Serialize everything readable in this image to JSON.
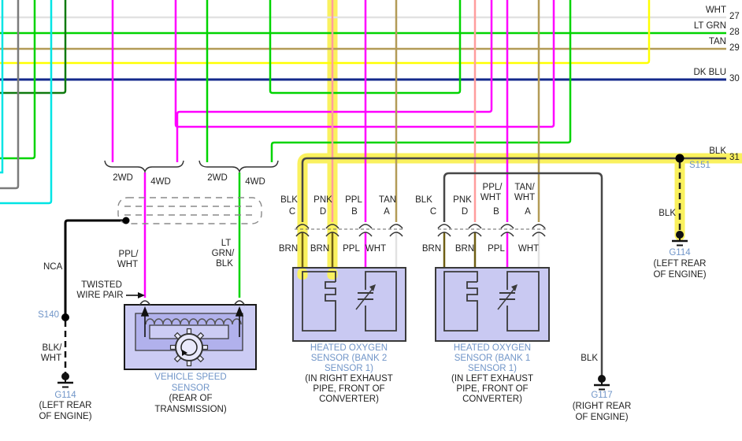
{
  "palette": {
    "highlight": "#faf15e",
    "purple": "#ff00ff",
    "pink": "#ff9d9d",
    "lt_green": "#00d400",
    "dark_green": "#0f7a0f",
    "cyan": "#00e4e4",
    "gray": "#7b7b7b",
    "black_wire": "#474747",
    "tan": "#b39b57",
    "yellow": "#ffff00",
    "dark_blue": "#13298c",
    "white_wire": "#e2e2e2",
    "brown": "#6e5e14",
    "component_fill": "#c9c9f2",
    "component_band": "#b1b1ec",
    "label_blue": "#7095c8"
  },
  "circuits": [
    {
      "label": "WHT",
      "number": "27"
    },
    {
      "label": "LT GRN",
      "number": "28"
    },
    {
      "label": "TAN",
      "number": "29"
    },
    {
      "label": "DK BLU",
      "number": "30"
    },
    {
      "label": "BLK",
      "number": "31"
    }
  ],
  "drive_options": {
    "wd2": "2WD",
    "wd4": "4WD"
  },
  "vss": {
    "wire_left": {
      "l1": "PPL/",
      "l2": "WHT"
    },
    "wire_right": {
      "l1": "LT",
      "l2": "GRN/",
      "l3": "BLK"
    },
    "twisted": {
      "l1": "TWISTED",
      "l2": "WIRE PAIR"
    },
    "nca": "NCA",
    "splice": "S140",
    "ground_wire": {
      "l1": "BLK/",
      "l2": "WHT"
    },
    "ground": {
      "name": "G114",
      "loc1": "(LEFT REAR",
      "loc2": "OF ENGINE)"
    },
    "title": {
      "l1": "VEHICLE SPEED",
      "l2": "SENSOR",
      "l3": "(REAR OF",
      "l4": "TRANSMISSION)"
    }
  },
  "sensor1": {
    "pins": [
      {
        "color": "BLK",
        "color2": "",
        "pin": "C",
        "lower": "BRN"
      },
      {
        "color": "PNK",
        "color2": "",
        "pin": "D",
        "lower": "BRN"
      },
      {
        "color": "PPL",
        "color2": "",
        "pin": "B",
        "lower": "PPL"
      },
      {
        "color": "TAN",
        "color2": "",
        "pin": "A",
        "lower": "WHT"
      }
    ],
    "title": {
      "l1": "HEATED OXYGEN",
      "l2": "SENSOR (BANK 2",
      "l3": "SENSOR 1)",
      "l4": "(IN RIGHT EXHAUST",
      "l5": "PIPE, FRONT OF",
      "l6": "CONVERTER)"
    }
  },
  "sensor2": {
    "pins": [
      {
        "color": "BLK",
        "color2": "",
        "pin": "C",
        "lower": "BRN"
      },
      {
        "color": "PNK",
        "color2": "",
        "pin": "D",
        "lower": "BRN"
      },
      {
        "color": "PPL/",
        "color2": "WHT",
        "pin": "B",
        "lower": "PPL"
      },
      {
        "color": "TAN/",
        "color2": "WHT",
        "pin": "A",
        "lower": "WHT"
      }
    ],
    "title": {
      "l1": "HEATED OXYGEN",
      "l2": "SENSOR (BANK 1",
      "l3": "SENSOR 1)",
      "l4": "(IN LEFT EXHAUST",
      "l5": "PIPE, FRONT OF",
      "l6": "CONVERTER)"
    }
  },
  "s151": {
    "splice": "S151",
    "wire": "BLK",
    "ground": {
      "name": "G114",
      "loc1": "(LEFT REAR",
      "loc2": "OF ENGINE)"
    }
  },
  "g117": {
    "wire": "BLK",
    "name": "G117",
    "loc1": "(RIGHT REAR",
    "loc2": "OF ENGINE)"
  }
}
